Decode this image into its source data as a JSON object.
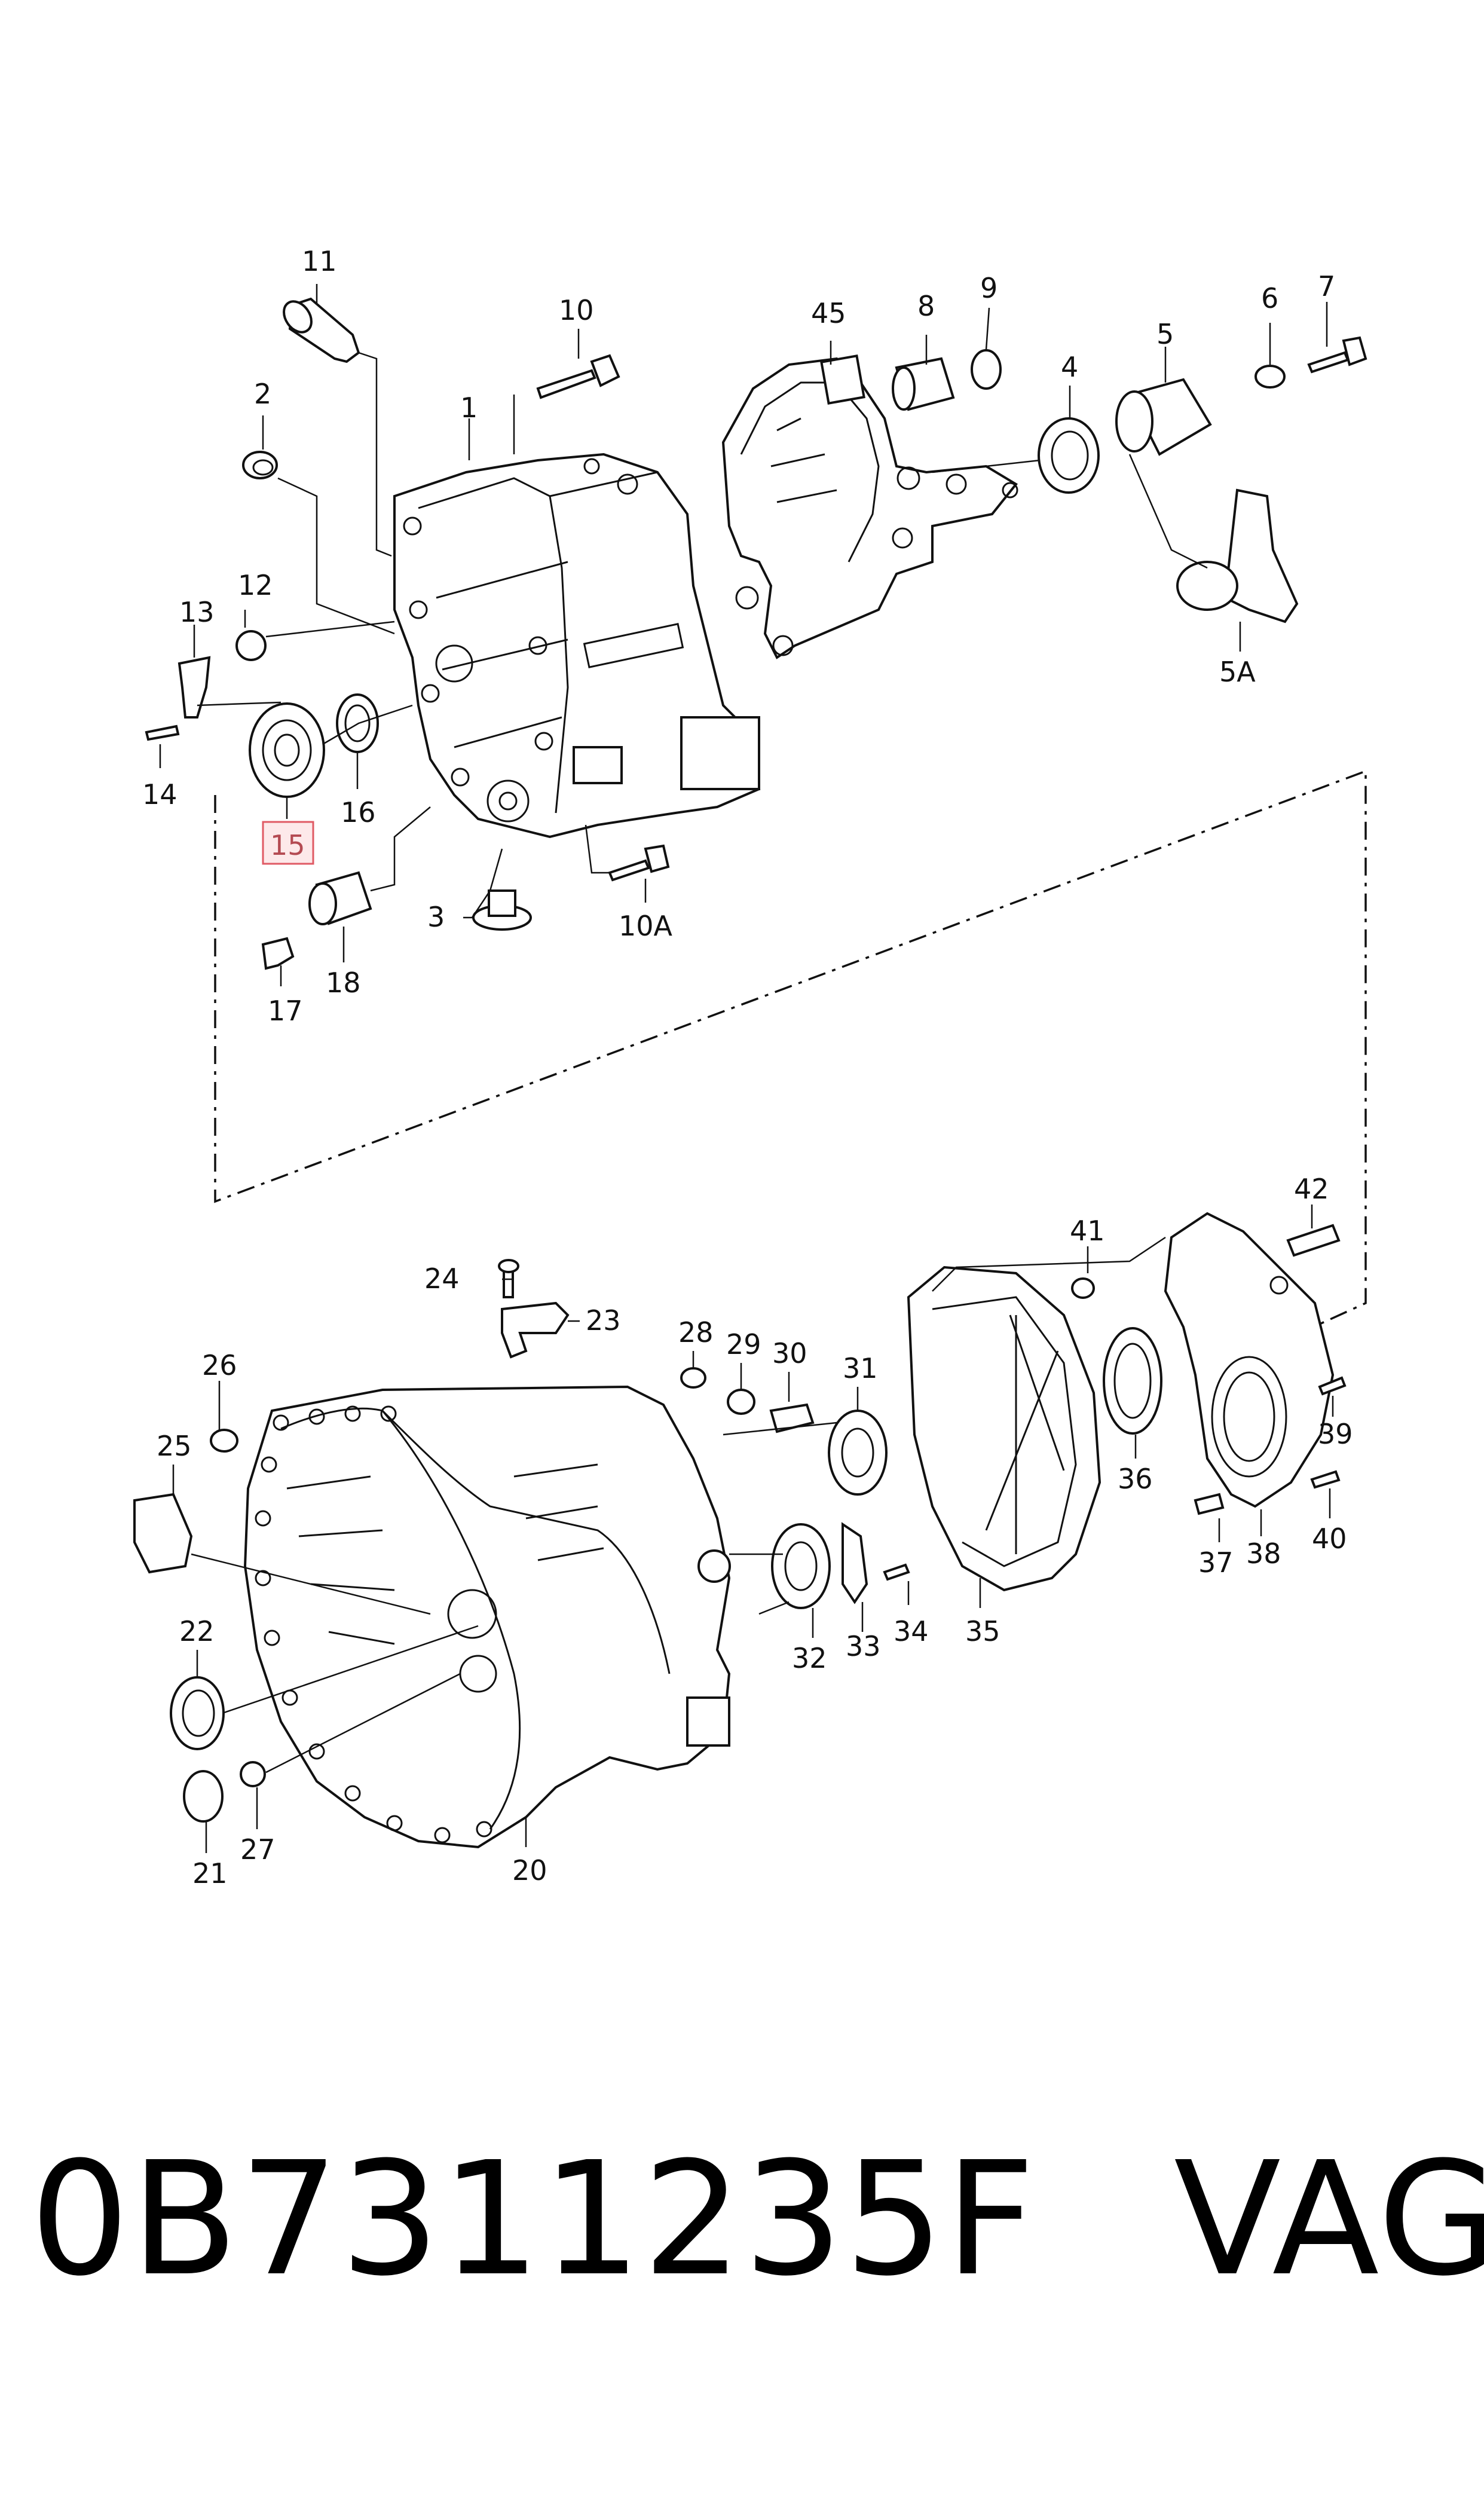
{
  "labels": {
    "l1": "1",
    "l2": "2",
    "l3": "3",
    "l4": "4",
    "l5": "5",
    "l5a": "5A",
    "l6": "6",
    "l7": "7",
    "l8": "8",
    "l9": "9",
    "l10": "10",
    "l10a": "10A",
    "l11": "11",
    "l12": "12",
    "l13": "13",
    "l14": "14",
    "l15": "15",
    "l16": "16",
    "l17": "17",
    "l18": "18",
    "l20": "20",
    "l21": "21",
    "l22": "22",
    "l23": "23",
    "l24": "24",
    "l25": "25",
    "l26": "26",
    "l27": "27",
    "l28": "28",
    "l29": "29",
    "l30": "30",
    "l31": "31",
    "l32": "32",
    "l33": "33",
    "l34": "34",
    "l35": "35",
    "l36": "36",
    "l37": "37",
    "l38": "38",
    "l39": "39",
    "l40": "40",
    "l41": "41",
    "l42": "42",
    "l45": "45"
  },
  "highlighted_label": "15",
  "footer": {
    "part_number": "0B7311235F",
    "brand": "VAG"
  },
  "colors": {
    "ink": "#111111",
    "highlight_fill": "#fde9ea",
    "highlight_border": "#e05a64",
    "background": "#ffffff"
  }
}
